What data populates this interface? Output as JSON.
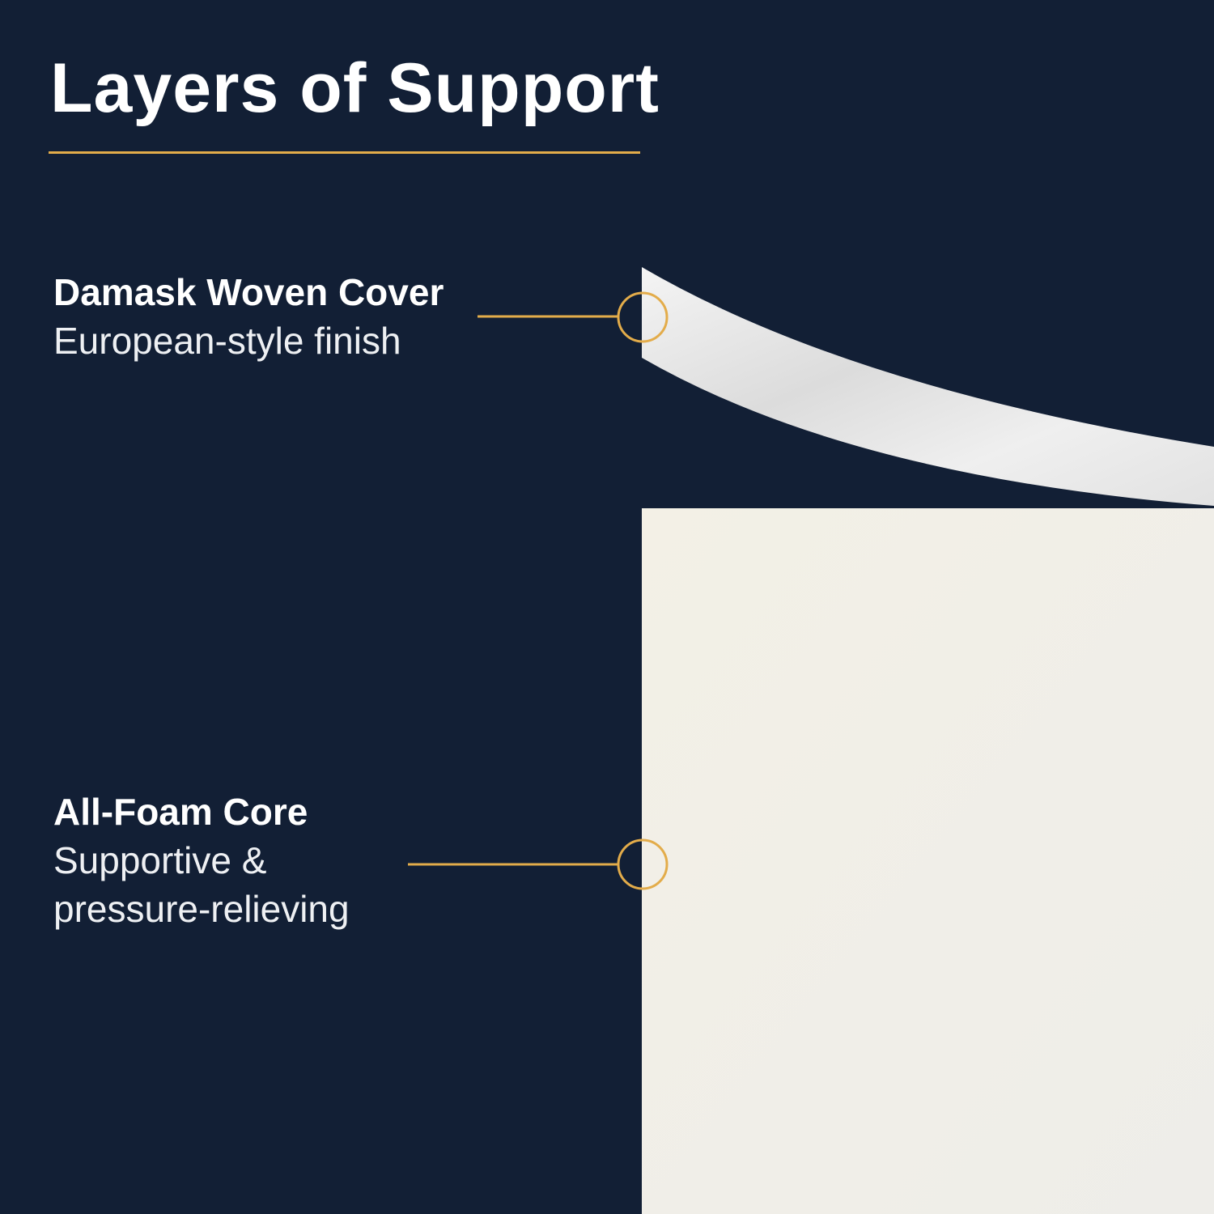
{
  "header": {
    "title": "Layers of Support"
  },
  "layers": [
    {
      "name": "Damask Woven Cover",
      "description": "European-style finish"
    },
    {
      "name": "All-Foam Core",
      "description": "Supportive & pressure-relieving"
    }
  ],
  "colors": {
    "background": "#121f35",
    "accent": "#e3ac4a",
    "cover": "#eeeeee",
    "foam": "#f1efe8"
  }
}
